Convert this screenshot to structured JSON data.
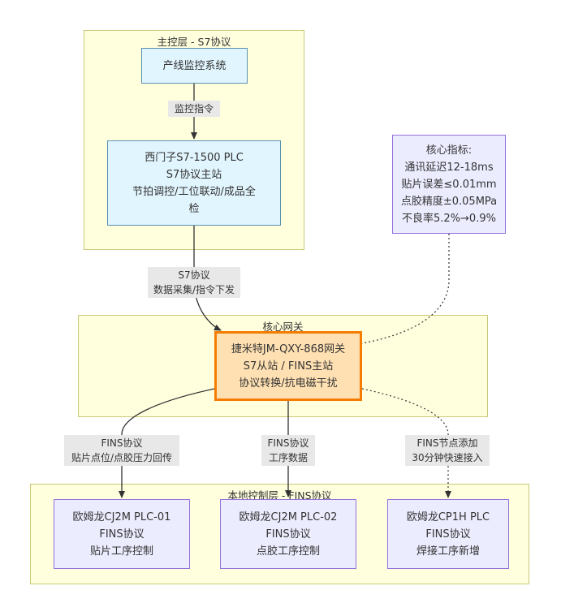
{
  "clusters": {
    "master": {
      "title": "主控层 - S7协议"
    },
    "gateway": {
      "title": "核心网关"
    },
    "local": {
      "title": "本地控制层 - FINS协议"
    }
  },
  "nodes": {
    "monitor": {
      "lines": [
        "产线监控系统"
      ]
    },
    "siemens": {
      "lines": [
        "西门子S7-1500 PLC",
        "S7协议主站",
        "节拍调控/工位联动/成品全",
        "检"
      ]
    },
    "metrics": {
      "lines": [
        "核心指标:",
        "通讯延迟12-18ms",
        "贴片误差≤0.01mm",
        "点胶精度±0.05MPa",
        "不良率5.2%→0.9%"
      ]
    },
    "gateway": {
      "lines": [
        "捷米特JM-QXY-868网关",
        "S7从站 / FINS主站",
        "协议转换/抗电磁干扰"
      ]
    },
    "plc1": {
      "lines": [
        "欧姆龙CJ2M PLC-01",
        "FINS协议",
        "贴片工序控制"
      ]
    },
    "plc2": {
      "lines": [
        "欧姆龙CJ2M PLC-02",
        "FINS协议",
        "点胶工序控制"
      ]
    },
    "plc3": {
      "lines": [
        "欧姆龙CP1H PLC",
        "FINS协议",
        "焊接工序新增"
      ]
    }
  },
  "edges": {
    "monitor_siemens": {
      "lines": [
        "监控指令"
      ]
    },
    "siemens_gateway": {
      "lines": [
        "S7协议",
        "数据采集/指令下发"
      ]
    },
    "gateway_plc1": {
      "lines": [
        "FINS协议",
        "贴片点位/点胶压力回传"
      ]
    },
    "gateway_plc2": {
      "lines": [
        "FINS协议",
        "工序数据"
      ]
    },
    "gateway_plc3": {
      "lines": [
        "FINS节点添加",
        "30分钟快速接入"
      ]
    }
  },
  "colors": {
    "cluster_fill": "#ffffde",
    "blue_node": "#e1f5fe",
    "purple_node": "#ececff",
    "gateway_fill": "#ffe0b2",
    "gateway_border": "#f57c00"
  }
}
